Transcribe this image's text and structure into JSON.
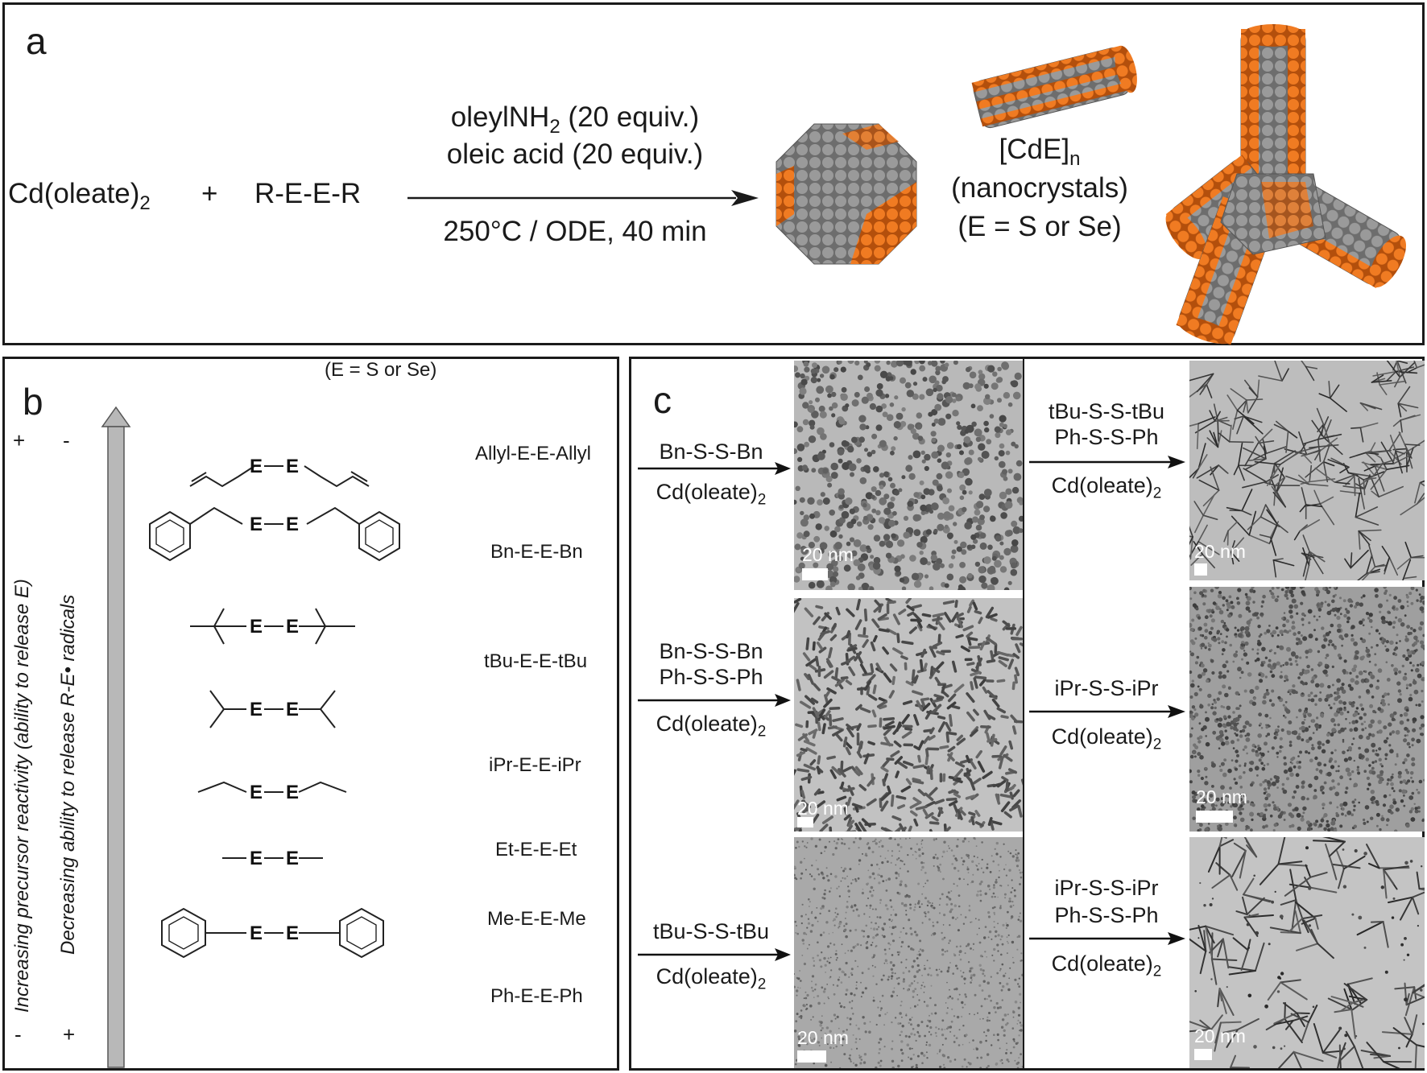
{
  "panel_a": {
    "letter": "a",
    "reactant1_main": "Cd(oleate)",
    "reactant1_sub": "2",
    "plus": "+",
    "reactant2": "R-E-E-R",
    "cond_line1_main": "oleylNH",
    "cond_line1_sub": "2",
    "cond_line1_rest": " (20 equiv.)",
    "cond_line2": "oleic acid (20 equiv.)",
    "cond_line3": "250°C / ODE, 40 min",
    "product_main": "[CdE]",
    "product_sub": "n",
    "product_line2": "(nanocrystals)",
    "product_line3": "(E = S or Se)"
  },
  "panel_b": {
    "letter": "b",
    "e_note": "(E = S or Se)",
    "axis_left": "Increasing precursor reactivity (ability to release E)",
    "axis_right": "Decreasing ability to release R-E• radicals",
    "sign_top_left": "+",
    "sign_top_right": "-",
    "sign_bottom_left": "-",
    "sign_bottom_right": "+",
    "atom": "E",
    "compounds": [
      "Allyl-E-E-Allyl",
      "Bn-E-E-Bn",
      "tBu-E-E-tBu",
      "iPr-E-E-iPr",
      "Et-E-E-Et",
      "Me-E-E-Me",
      "Ph-E-E-Ph"
    ]
  },
  "panel_c": {
    "letter": "c",
    "cd_main": "Cd(oleate)",
    "cd_sub": "2",
    "scale_label": "20 nm",
    "reactions": [
      {
        "reagents": [
          "Bn-S-S-Bn"
        ]
      },
      {
        "reagents": [
          "tBu-S-S-tBu",
          "Ph-S-S-Ph"
        ]
      },
      {
        "reagents": [
          "Bn-S-S-Bn",
          "Ph-S-S-Ph"
        ]
      },
      {
        "reagents": [
          "iPr-S-S-iPr"
        ]
      },
      {
        "reagents": [
          "tBu-S-S-tBu"
        ]
      },
      {
        "reagents": [
          "iPr-S-S-iPr",
          "Ph-S-S-Ph"
        ]
      }
    ]
  },
  "colors": {
    "cadmium_atom": "#8a8a8a",
    "chalcogen_atom": "#e8701a",
    "tem_background": "#b9b9b9",
    "border": "#1a1a1a"
  }
}
